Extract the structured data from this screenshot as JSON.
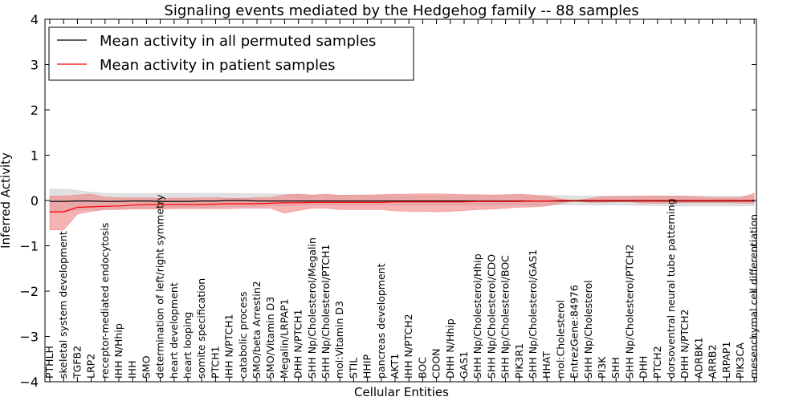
{
  "chart_data": {
    "type": "line",
    "title": "Signaling events mediated by the Hedgehog family -- 88 samples",
    "xlabel": "Cellular Entities",
    "ylabel": "Inferred Activity",
    "ylim": [
      -4,
      4
    ],
    "yticks": [
      "4",
      "3",
      "2",
      "1",
      "0",
      "−1",
      "−2",
      "−3",
      "−4"
    ],
    "grid": false,
    "legend_position": "top-left",
    "categories": [
      "PTHLH",
      "skeletal system development",
      "TGFB2",
      "LRP2",
      "receptor-mediated endocytosis",
      "IHH N/Hhip",
      "IHH",
      "SMO",
      "determination of left/right symmetry",
      "heart development",
      "heart looping",
      "somite specification",
      "PTCH1",
      "IHH N/PTCH1",
      "catabolic process",
      "SMO/beta Arrestin2",
      "SMO/Vitamin D3",
      "Megalin/LRPAP1",
      "DHH N/PTCH1",
      "SHH Np/Cholesterol/Megalin",
      "SHH Np/Cholesterol/PTCH1",
      "mol:Vitamin D3",
      "STIL",
      "HHIP",
      "pancreas development",
      "AKT1",
      "IHH N/PTCH2",
      "BOC",
      "CDON",
      "DHH N/Hhip",
      "GAS1",
      "SHH Np/Cholesterol/Hhip",
      "SHH Np/Cholesterol/CDO",
      "SHH Np/Cholesterol/BOC",
      "PIK3R1",
      "SHH Np/Cholesterol/GAS1",
      "HHAT",
      "mol:Cholesterol",
      "EntrezGene:84976",
      "SHH Np/Cholesterol",
      "PI3K",
      "SHH",
      "SHH Np/Cholesterol/PTCH2",
      "DHH",
      "PTCH2",
      "dorsoventral neural tube patterning",
      "DHH N/PTCH2",
      "ADRBK1",
      "ARRB2",
      "LRPAP1",
      "PIK3CA",
      "mesenchymal cell differentiation"
    ],
    "series": [
      {
        "name": "Mean activity in all permuted samples",
        "color": "#000000",
        "band_color": "#c8c8c8",
        "values": [
          -0.02,
          -0.02,
          -0.01,
          -0.01,
          -0.02,
          -0.02,
          -0.01,
          -0.01,
          -0.02,
          -0.02,
          -0.02,
          -0.01,
          -0.01,
          0.0,
          0.0,
          -0.01,
          -0.01,
          -0.01,
          -0.01,
          -0.01,
          -0.01,
          -0.01,
          -0.01,
          -0.01,
          -0.01,
          -0.01,
          -0.01,
          -0.01,
          -0.01,
          -0.01,
          -0.01,
          -0.01,
          -0.01,
          -0.01,
          -0.01,
          -0.01,
          -0.01,
          -0.01,
          -0.01,
          -0.01,
          -0.01,
          -0.01,
          -0.01,
          -0.01,
          -0.01,
          -0.01,
          -0.01,
          -0.01,
          -0.01,
          -0.01,
          -0.01,
          -0.01
        ],
        "lower": [
          -0.27,
          -0.27,
          -0.22,
          -0.2,
          -0.2,
          -0.19,
          -0.17,
          -0.16,
          -0.16,
          -0.16,
          -0.16,
          -0.16,
          -0.15,
          -0.13,
          -0.13,
          -0.13,
          -0.12,
          -0.12,
          -0.11,
          -0.1,
          -0.1,
          -0.1,
          -0.1,
          -0.1,
          -0.1,
          -0.1,
          -0.1,
          -0.1,
          -0.1,
          -0.1,
          -0.1,
          -0.1,
          -0.1,
          -0.1,
          -0.1,
          -0.1,
          -0.1,
          -0.1,
          -0.1,
          -0.1,
          -0.1,
          -0.1,
          -0.1,
          -0.11,
          -0.11,
          -0.12,
          -0.12,
          -0.12,
          -0.12,
          -0.12,
          -0.12,
          -0.12
        ],
        "upper": [
          0.25,
          0.25,
          0.22,
          0.18,
          0.16,
          0.15,
          0.15,
          0.15,
          0.16,
          0.16,
          0.16,
          0.16,
          0.16,
          0.16,
          0.15,
          0.15,
          0.14,
          0.14,
          0.13,
          0.12,
          0.12,
          0.12,
          0.12,
          0.12,
          0.11,
          0.11,
          0.11,
          0.11,
          0.11,
          0.11,
          0.11,
          0.11,
          0.11,
          0.11,
          0.11,
          0.11,
          0.11,
          0.11,
          0.1,
          0.1,
          0.1,
          0.1,
          0.1,
          0.1,
          0.1,
          0.1,
          0.1,
          0.1,
          0.1,
          0.1,
          0.1,
          0.1
        ]
      },
      {
        "name": "Mean activity in patient samples",
        "color": "#ff0000",
        "band_color": "#f08080",
        "values": [
          -0.25,
          -0.25,
          -0.15,
          -0.14,
          -0.13,
          -0.12,
          -0.1,
          -0.09,
          -0.09,
          -0.09,
          -0.09,
          -0.09,
          -0.08,
          -0.07,
          -0.07,
          -0.07,
          -0.06,
          -0.05,
          -0.05,
          -0.04,
          -0.04,
          -0.04,
          -0.04,
          -0.04,
          -0.04,
          -0.03,
          -0.03,
          -0.03,
          -0.03,
          -0.03,
          -0.03,
          -0.02,
          -0.02,
          -0.02,
          -0.02,
          -0.01,
          -0.01,
          0.0,
          0.0,
          0.0,
          0.0,
          0.0,
          0.0,
          0.0,
          0.0,
          0.0,
          0.0,
          0.0,
          0.0,
          0.0,
          0.0,
          0.0
        ],
        "lower": [
          -0.65,
          -0.65,
          -0.3,
          -0.24,
          -0.2,
          -0.2,
          -0.19,
          -0.19,
          -0.19,
          -0.18,
          -0.18,
          -0.18,
          -0.18,
          -0.18,
          -0.17,
          -0.17,
          -0.17,
          -0.28,
          -0.22,
          -0.17,
          -0.17,
          -0.2,
          -0.2,
          -0.2,
          -0.2,
          -0.23,
          -0.24,
          -0.24,
          -0.25,
          -0.24,
          -0.22,
          -0.2,
          -0.19,
          -0.17,
          -0.15,
          -0.14,
          -0.12,
          -0.06,
          0.0,
          -0.04,
          -0.04,
          -0.03,
          -0.03,
          -0.06,
          -0.06,
          -0.06,
          -0.05,
          -0.05,
          -0.05,
          -0.05,
          -0.06,
          -0.06
        ],
        "upper": [
          0.1,
          0.1,
          0.12,
          0.14,
          0.08,
          0.06,
          0.06,
          0.06,
          0.05,
          0.05,
          0.05,
          0.06,
          0.06,
          0.05,
          0.05,
          0.06,
          0.07,
          0.12,
          0.14,
          0.12,
          0.14,
          0.11,
          0.12,
          0.12,
          0.13,
          0.14,
          0.14,
          0.15,
          0.15,
          0.14,
          0.13,
          0.13,
          0.12,
          0.13,
          0.14,
          0.12,
          0.1,
          0.03,
          0.0,
          0.04,
          0.08,
          0.09,
          0.09,
          0.1,
          0.1,
          0.1,
          0.1,
          0.08,
          0.06,
          0.06,
          0.06,
          0.16
        ]
      }
    ]
  }
}
